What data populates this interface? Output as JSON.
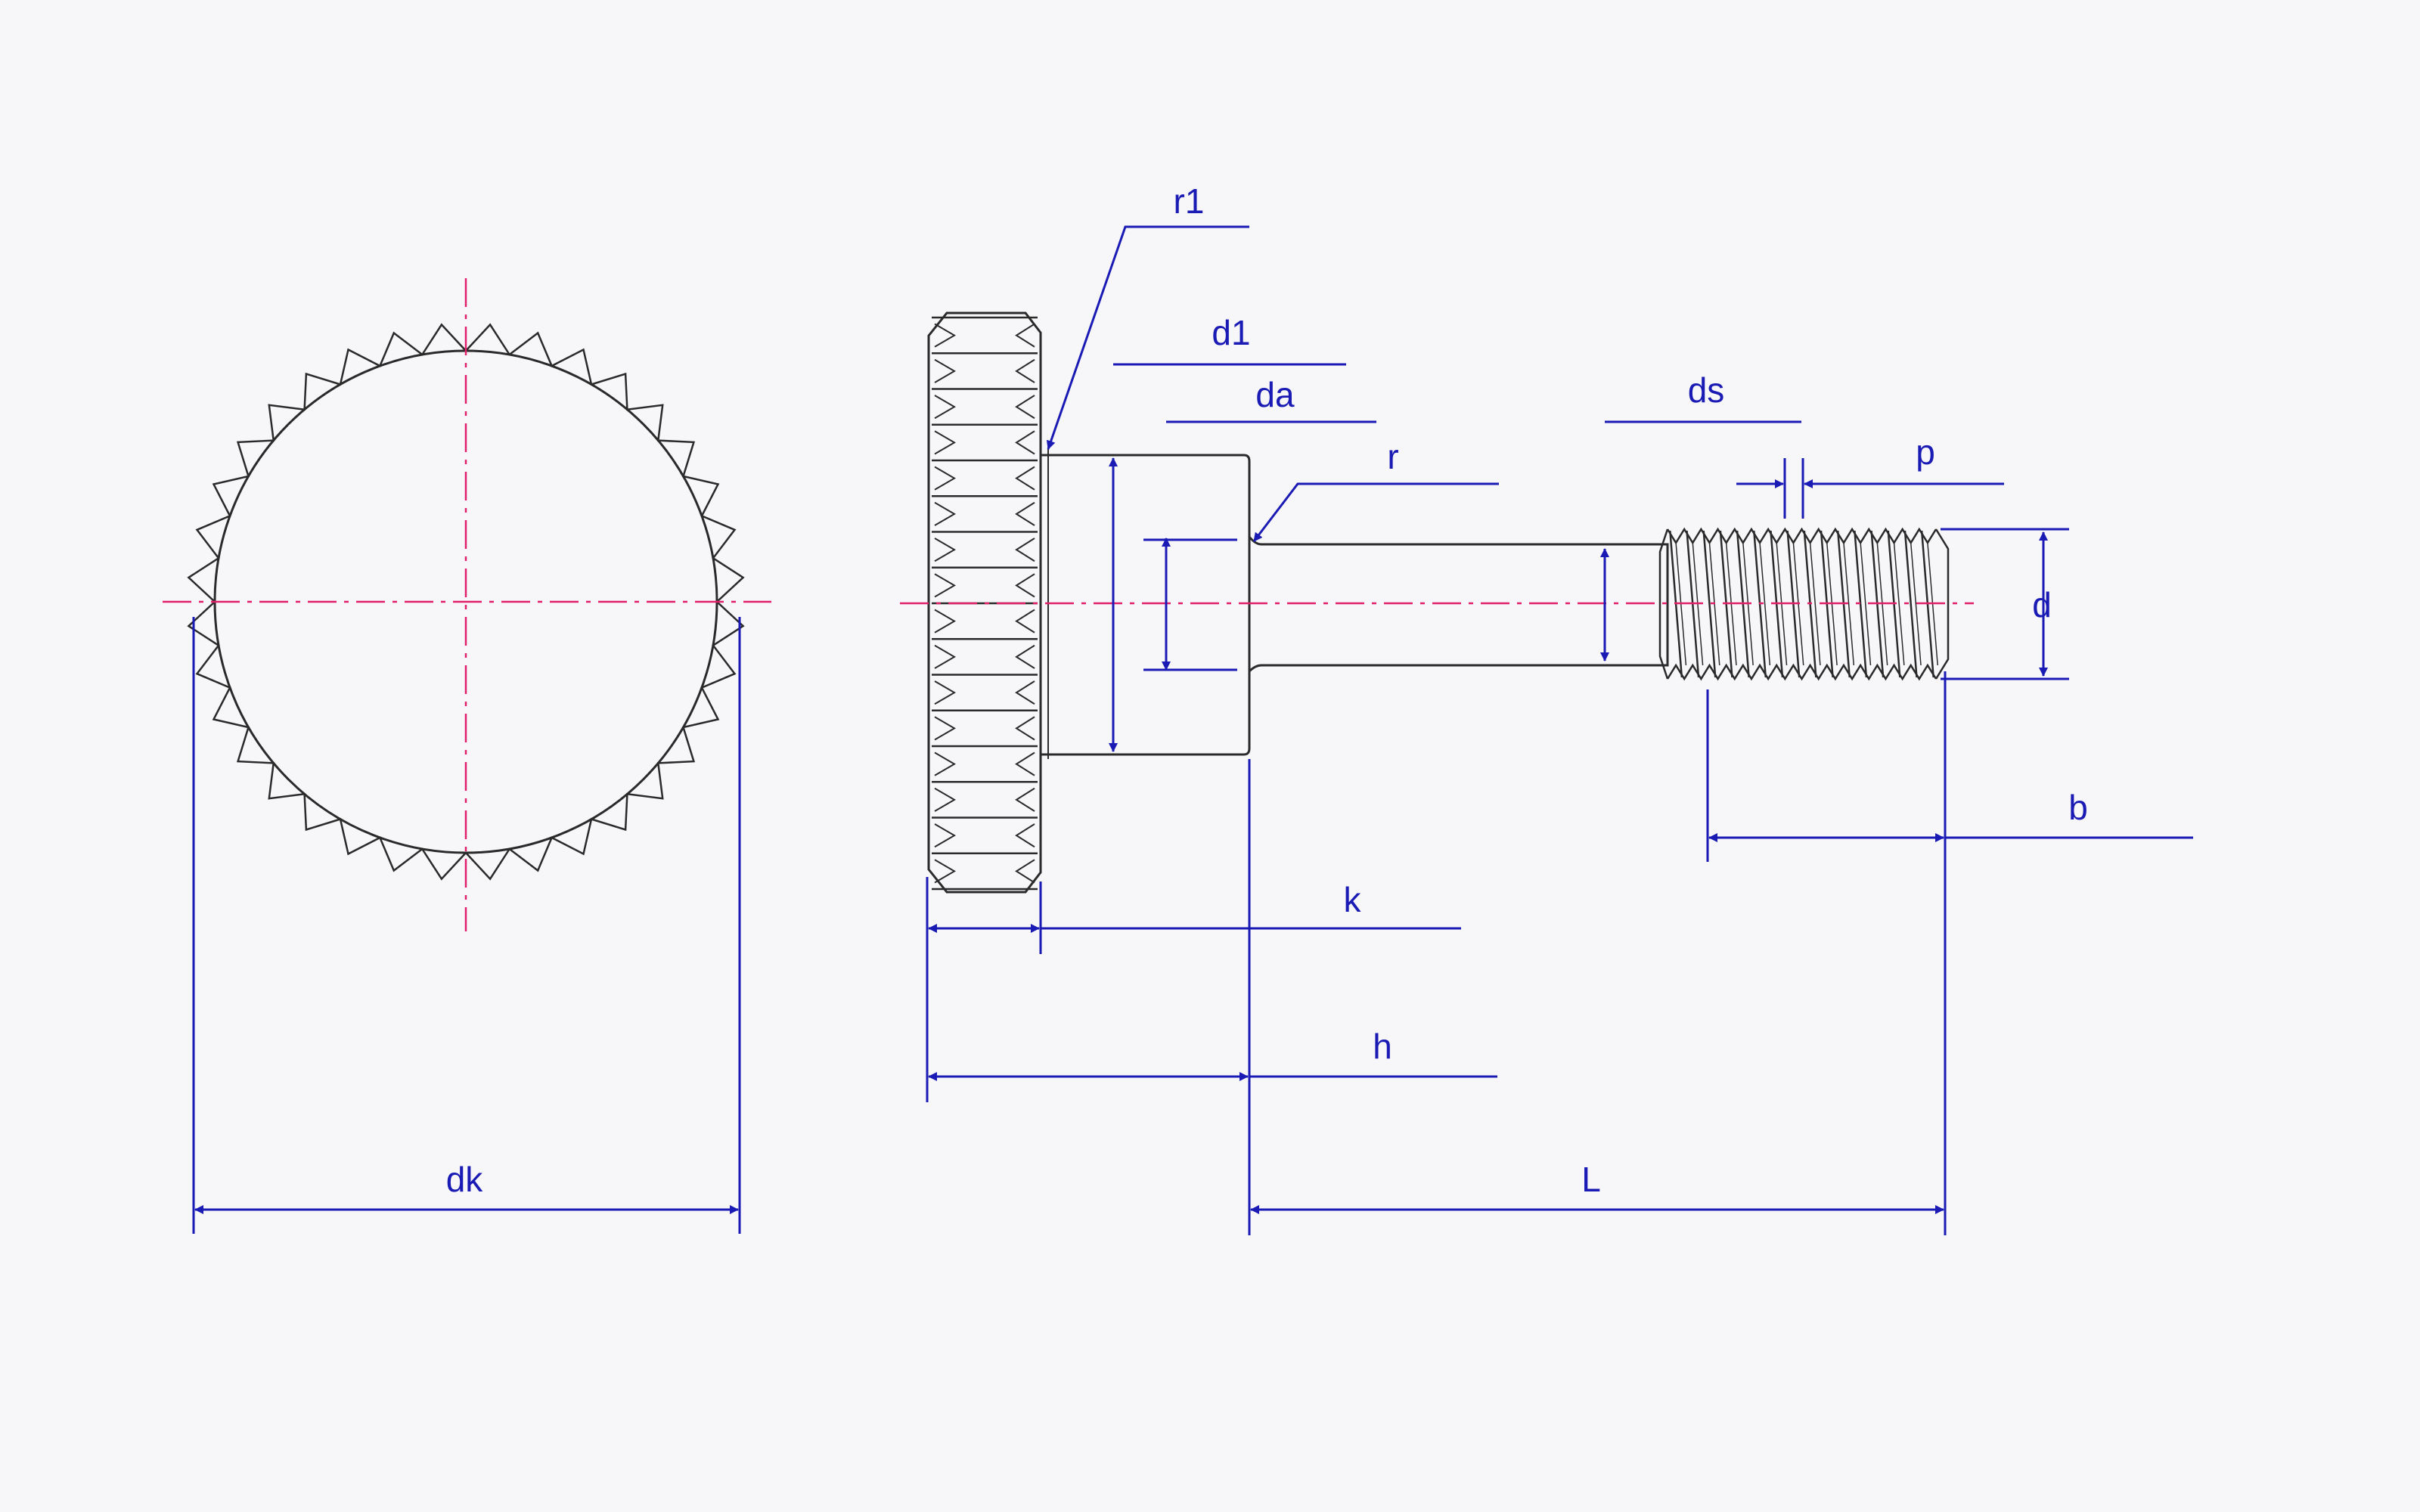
{
  "colors": {
    "background": "#f7f7f9",
    "outline": "#2a2a2a",
    "dimension": "#1a1ab4",
    "centerline": "#e0206a"
  },
  "labels": {
    "dk": "dk",
    "r1": "r1",
    "d1": "d1",
    "da": "da",
    "r": "r",
    "ds": "ds",
    "p": "p",
    "d": "d",
    "b": "b",
    "k": "k",
    "h": "h",
    "L": "L"
  },
  "front_view": {
    "knurl_teeth": 36
  },
  "side_view": {
    "knurl_ridges": 16,
    "thread_turns": 16
  }
}
